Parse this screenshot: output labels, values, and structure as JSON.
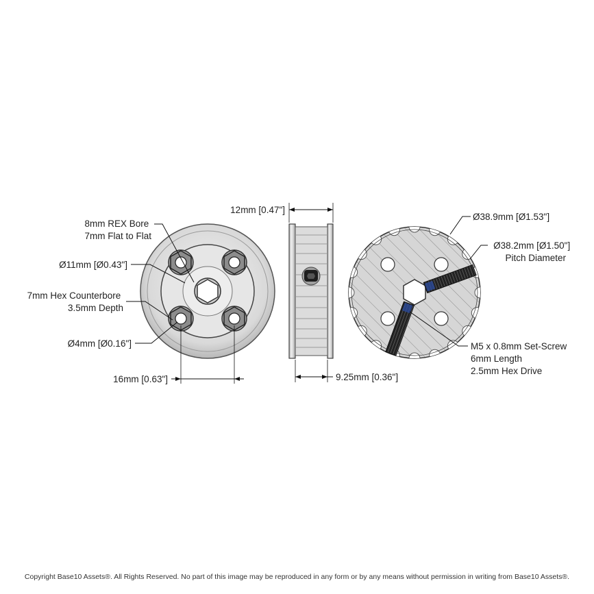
{
  "labels": {
    "rex_bore": [
      "8mm REX Bore",
      "7mm Flat to Flat"
    ],
    "bore_diameter": "Ø11mm [Ø0.43\"]",
    "counterbore": [
      "7mm Hex Counterbore",
      "3.5mm Depth"
    ],
    "hole_diameter": "Ø4mm [Ø0.16\"]",
    "hole_spacing": "16mm [0.63\"]",
    "overall_width": "12mm [0.47\"]",
    "belt_width": "9.25mm [0.36\"]",
    "outer_diameter": "Ø38.9mm [Ø1.53\"]",
    "pitch_diameter": [
      "Ø38.2mm [Ø1.50\"]",
      "Pitch Diameter"
    ],
    "set_screw": [
      "M5 x 0.8mm Set-Screw",
      "6mm Length",
      "2.5mm Hex Drive"
    ]
  },
  "copyright": "Copyright Base10 Assets®.  All Rights Reserved. No part of this image may be reproduced in any form or by any means without permission in writing from Base10 Assets®."
}
